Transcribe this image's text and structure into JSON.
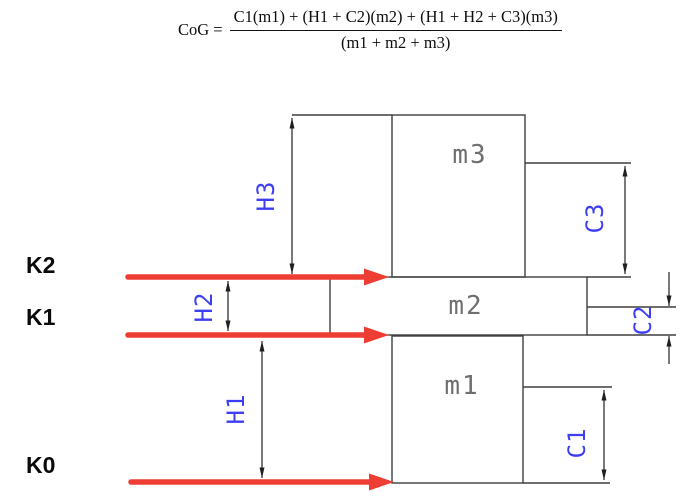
{
  "formula": {
    "lhs": "CoG =",
    "numerator": "C1(m1) + (H1 + C2)(m2) + (H1 + H2 + C3)(m3)",
    "denominator": "(m1 + m2 + m3)"
  },
  "diagram": {
    "levels": {
      "k2": "K2",
      "k1": "K1",
      "k0": "K0"
    },
    "masses": {
      "m3": "m3",
      "m2": "m2",
      "m1": "m1"
    },
    "height_dims": {
      "h3": "H3",
      "h2": "H2",
      "h1": "H1"
    },
    "cog_dims": {
      "c3": "C3",
      "c2": "C2",
      "c1": "C1"
    },
    "colors": {
      "drawing_line": "#3f3f3f",
      "level_arrow": "#ee3d33",
      "dimension_label": "#3d3df2",
      "mass_label": "#565656"
    }
  }
}
